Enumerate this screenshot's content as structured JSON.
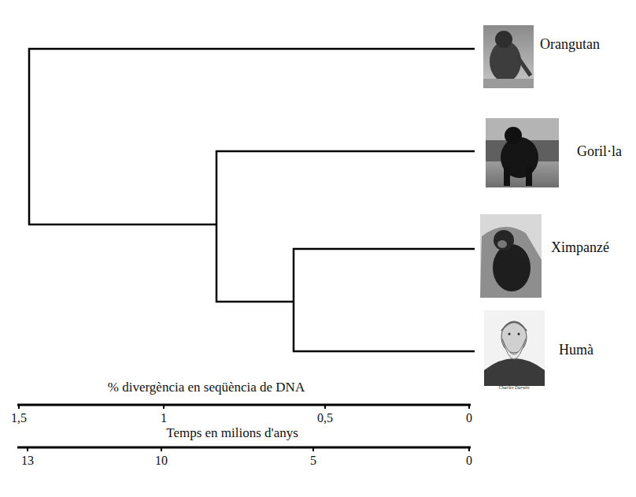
{
  "diagram": {
    "nodes": [
      {
        "text": [
          "Orangutan"
        ]
      },
      {
        "text": [
          "Goril·la"
        ]
      },
      {
        "text": [
          "Ximpanzé"
        ]
      },
      {
        "text": [
          "Humà"
        ]
      }
    ],
    "labels": [
      "Charles Darwin",
      "% divergència en seqüència de DNA",
      "1,5",
      "1",
      "0,5",
      "0",
      "Temps en milions d'anys",
      "13",
      "10",
      "5",
      "0"
    ]
  }
}
